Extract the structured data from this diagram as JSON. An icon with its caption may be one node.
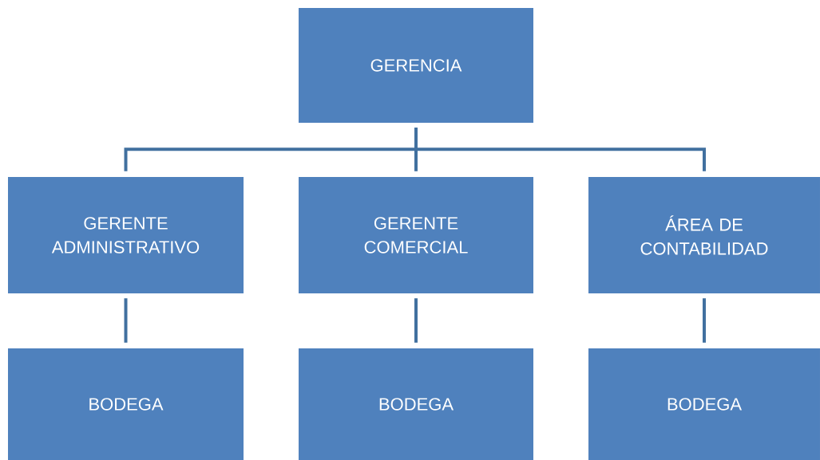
{
  "diagram": {
    "nodes": [
      {
        "text": [
          "GERENCIA"
        ]
      },
      {
        "text": [
          "GERENTE ADMINISTRATIVO"
        ]
      },
      {
        "text": [
          "GERENTE COMERCIAL"
        ]
      },
      {
        "text": [
          "ÁREA DE CONTABILIDAD"
        ]
      },
      {
        "text": [
          "BODEGA"
        ]
      },
      {
        "text": [
          "BODEGA"
        ]
      },
      {
        "text": [
          "BODEGA"
        ]
      }
    ],
    "edges": [
      {
        "from": 0,
        "to": 1,
        "arrow": "none"
      },
      {
        "from": 0,
        "to": 2,
        "arrow": "none"
      },
      {
        "from": 0,
        "to": 3,
        "arrow": "none"
      },
      {
        "from": 1,
        "to": 4,
        "arrow": "none"
      },
      {
        "from": 2,
        "to": 5,
        "arrow": "none"
      },
      {
        "from": 3,
        "to": 6,
        "arrow": "none"
      }
    ]
  }
}
